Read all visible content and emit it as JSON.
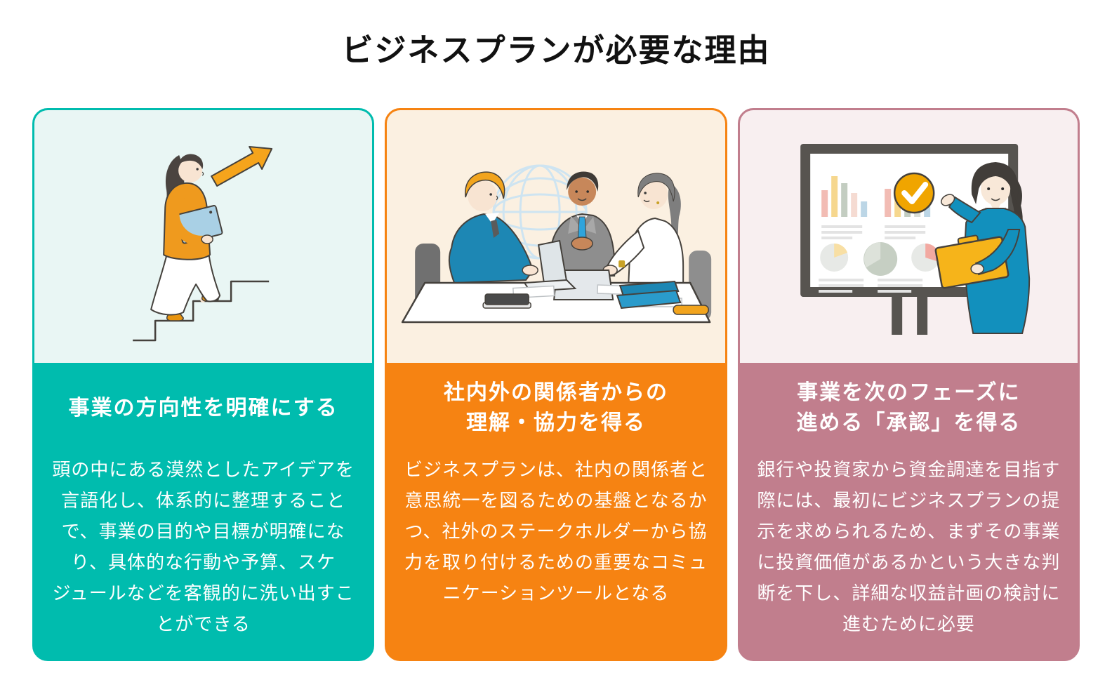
{
  "page": {
    "title": "ビジネスプランが必要な理由",
    "background_color": "#ffffff",
    "title_color": "#111111"
  },
  "cards": [
    {
      "id": "clarify-direction",
      "accent_color": "#00BCAE",
      "panel_color": "#E9F6F4",
      "illustration": "woman-climbing-stairs-with-up-arrow",
      "heading": "事業の方向性を明確にする",
      "body": "頭の中にある漠然としたアイデアを\n言語化し、体系的に整理すること\nで、事業の目的や目標が明確にな\nり、具体的な行動や予算、スケ\nジュールなどを客観的に洗い出すこ\nとができる"
    },
    {
      "id": "stakeholder-cooperation",
      "accent_color": "#F68312",
      "panel_color": "#FBF0E1",
      "illustration": "business-meeting-around-table-with-globe",
      "heading": "社内外の関係者からの\n理解・協力を得る",
      "body": "ビジネスプランは、社内の関係者と\n意思統一を図るための基盤となるか\nつ、社外のステークホルダーから協\n力を取り付けるための重要なコミュ\nニケーションツールとなる"
    },
    {
      "id": "approval-next-phase",
      "accent_color": "#C17E8D",
      "panel_color": "#F8EFF0",
      "illustration": "woman-presenting-charts-with-approval-check",
      "heading": "事業を次のフェーズに\n進める「承認」を得る",
      "body": "銀行や投資家から資金調達を目指す\n際には、最初にビジネスプランの提\n示を求められるため、まずその事業\nに投資価値があるかという大きな判\n断を下し、詳細な収益計画の検討に\n進むために必要"
    }
  ]
}
